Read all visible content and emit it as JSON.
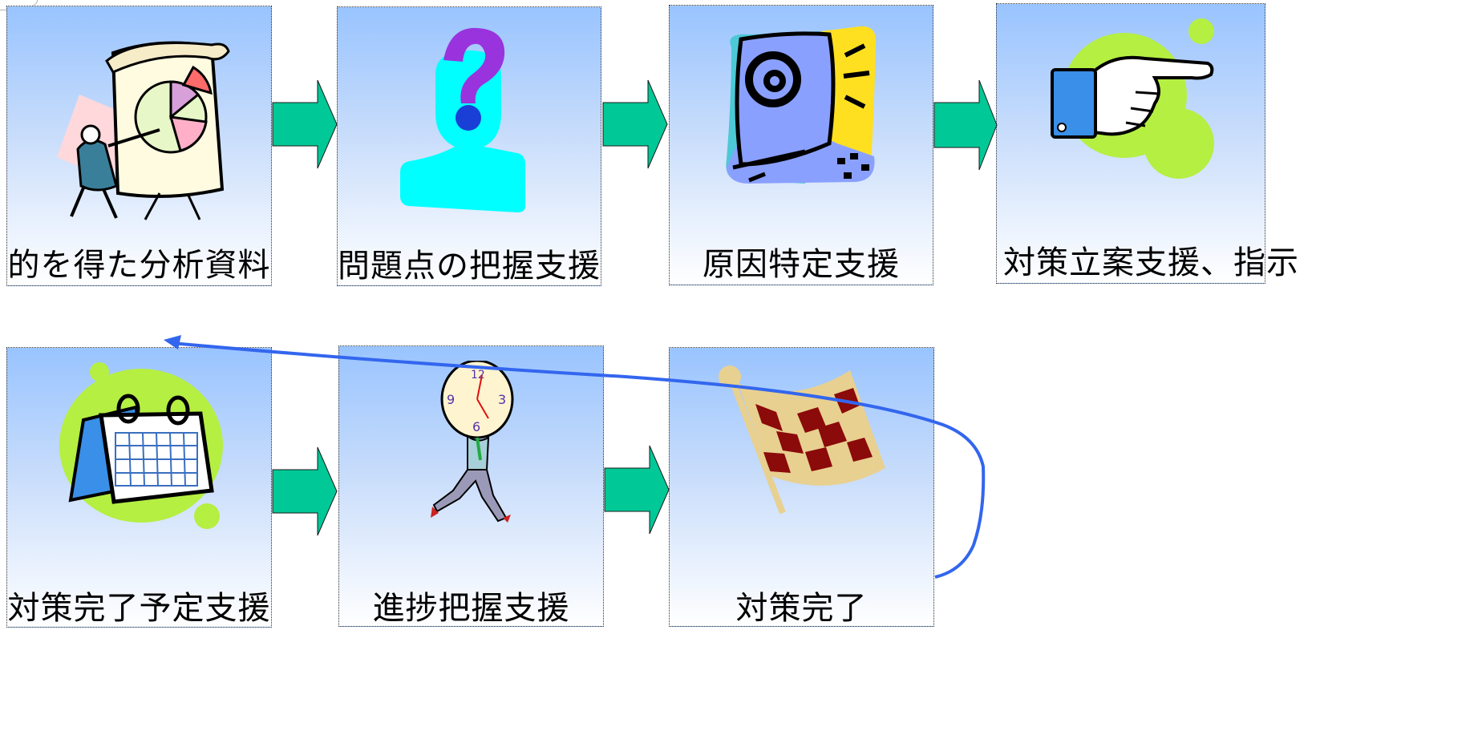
{
  "steps": [
    {
      "label": "的を得た分析資料",
      "icon": "presentation-chart-icon"
    },
    {
      "label": "問題点の把握支援",
      "icon": "question-person-icon"
    },
    {
      "label": "原因特定支援",
      "icon": "computer-email-icon"
    },
    {
      "label": "対策立案支援、指示",
      "icon": "pointing-hand-icon"
    },
    {
      "label": "対策完了予定支援",
      "icon": "calendar-icon"
    },
    {
      "label": "進捗把握支援",
      "icon": "running-clock-man-icon"
    },
    {
      "label": "対策完了",
      "icon": "checkered-flag-icon"
    }
  ],
  "colors": {
    "flow_arrow": "#00c896",
    "loop_arrow": "#3366ee",
    "card_top": "#99c4ff",
    "card_bottom": "#ffffff"
  }
}
